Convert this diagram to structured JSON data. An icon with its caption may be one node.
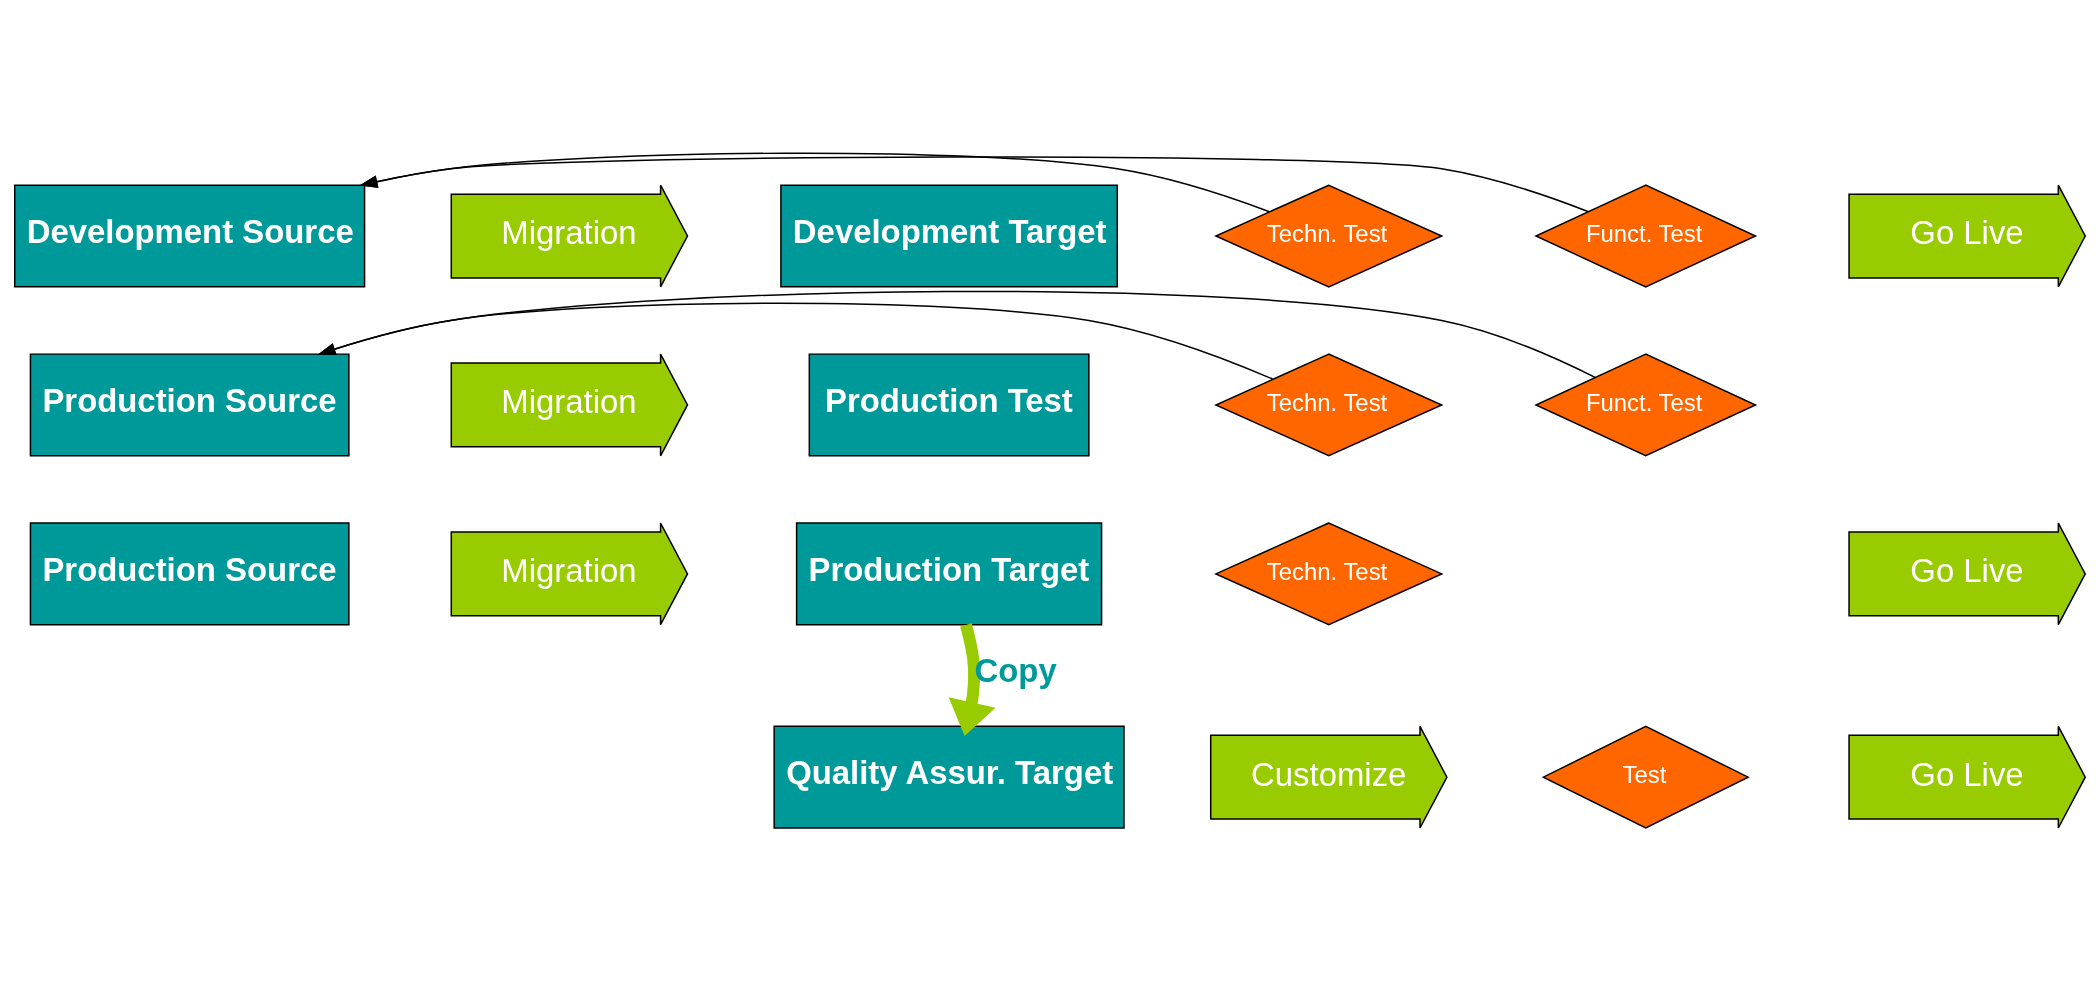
{
  "diagram": {
    "nodes": [
      {
        "text": [
          "Development Source"
        ]
      },
      {
        "text": [
          "Migration"
        ]
      },
      {
        "text": [
          "Development Target"
        ]
      },
      {
        "text": [
          "Techn. Test"
        ]
      },
      {
        "text": [
          "Funct. Test"
        ]
      },
      {
        "text": [
          "Go Live"
        ]
      },
      {
        "text": [
          "Production Source"
        ]
      },
      {
        "text": [
          "Migration"
        ]
      },
      {
        "text": [
          "Production Test"
        ]
      },
      {
        "text": [
          "Techn. Test"
        ]
      },
      {
        "text": [
          "Funct. Test"
        ]
      },
      {
        "text": [
          "Production Source"
        ]
      },
      {
        "text": [
          "Migration"
        ]
      },
      {
        "text": [
          "Production Target"
        ]
      },
      {
        "text": [
          "Techn. Test"
        ]
      },
      {
        "text": [
          "Go Live"
        ]
      },
      {
        "text": [
          "Quality Assur. Target"
        ]
      },
      {
        "text": [
          "Customize"
        ]
      },
      {
        "text": [
          "Test"
        ]
      },
      {
        "text": [
          "Go Live"
        ]
      }
    ],
    "edges": [
      {
        "from": 3,
        "to": 0,
        "arrow": "to"
      },
      {
        "from": 4,
        "to": 0,
        "arrow": "to"
      },
      {
        "from": 9,
        "to": 6,
        "arrow": "to"
      },
      {
        "from": 10,
        "to": 6,
        "arrow": "to"
      },
      {
        "from": 13,
        "to": 16,
        "arrow": "to",
        "label": "Copy",
        "style": "thick",
        "color": "#99cc00"
      }
    ]
  }
}
